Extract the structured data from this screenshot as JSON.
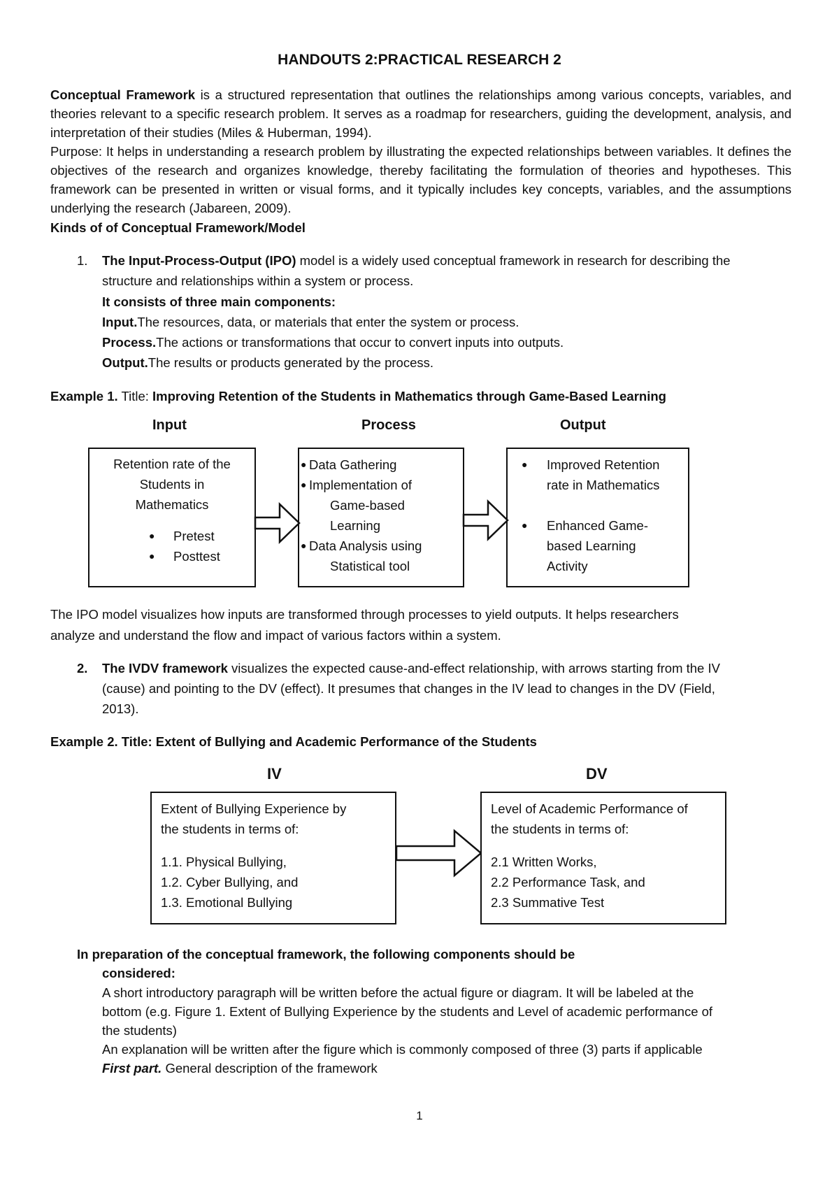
{
  "title": "HANDOUTS 2:PRACTICAL RESEARCH 2",
  "intro": {
    "term": "Conceptual Framework",
    "definition": " is a structured representation that outlines the relationships among various concepts, variables, and theories relevant to a specific research problem. It serves as a roadmap for researchers, guiding the development, analysis, and interpretation of their studies (Miles & Huberman, 1994).",
    "purpose_label": "Purpose:",
    "purpose_text": " It helps in understanding a research problem by illustrating the expected relationships between variables. It defines the objectives of the research and organizes knowledge, thereby facilitating the formulation of theories and hypotheses. This framework can be presented in written or visual forms, and it typically includes key concepts, variables, and the assumptions underlying the research (Jabareen, 2009)."
  },
  "kinds_heading": "Kinds of of Conceptual Framework/Model",
  "ipo": {
    "number": "1.",
    "name": "The Input-Process-Output (IPO)",
    "desc_line1": " model is a widely used conceptual framework in research for describing the",
    "desc_line2": "structure and relationships within a system or process.",
    "components_heading": "It consists of three main components:",
    "components": [
      {
        "label": "Input.",
        "text": "The resources, data, or materials that enter the system or process."
      },
      {
        "label": "Process.",
        "text": "The actions or transformations that occur to convert inputs into outputs."
      },
      {
        "label": "Output.",
        "text": "The results or products generated by the process."
      }
    ]
  },
  "example1": {
    "label": "Example 1.",
    "title_prefix": " Title: ",
    "title": "Improving Retention of the Students in Mathematics through Game-Based Learning",
    "input_header": "Input",
    "process_header": "Process",
    "output_header": "Output",
    "input_lines": [
      "Retention rate of the",
      "Students in",
      "Mathematics"
    ],
    "input_bullets": [
      "Pretest",
      "Posttest"
    ],
    "process_lines": [
      "Data Gathering",
      "Implementation of",
      "Game-based",
      "Learning",
      "Data Analysis using",
      "Statistical tool"
    ],
    "output_lines": [
      "Improved Retention",
      "rate in Mathematics",
      "Enhanced Game-",
      "based Learning",
      "Activity"
    ]
  },
  "ipo_summary": {
    "line1": "The IPO model visualizes how inputs are transformed through processes to yield outputs. It helps researchers",
    "line2": "analyze and understand the flow and impact of various factors within a system."
  },
  "ivdv": {
    "number": "2.",
    "name": "The IVDV framework",
    "line1": " visualizes the expected cause-and-effect relationship, with arrows starting from the IV",
    "line2": "(cause) and pointing to the DV (effect). It presumes that changes in the IV lead to changes in the DV (Field,",
    "line3": "2013)."
  },
  "example2": {
    "heading": "Example 2. Title: Extent of Bullying and Academic Performance of the Students",
    "iv_header": "IV",
    "dv_header": "DV",
    "iv_lines": [
      "Extent of Bullying Experience by",
      "the students in terms of:"
    ],
    "iv_items": [
      "1.1. Physical Bullying,",
      "1.2. Cyber Bullying, and",
      "1.3. Emotional Bullying"
    ],
    "dv_lines": [
      "Level of Academic Performance of",
      "the students in terms of:"
    ],
    "dv_items": [
      "2.1  Written Works,",
      "2.2  Performance Task, and",
      "2.3  Summative Test"
    ]
  },
  "preparation": {
    "heading_line1": "In preparation of the conceptual framework, the following components should be",
    "heading_line2": "considered:",
    "p1_line1": "A short introductory paragraph will be written before the actual figure or diagram. It will be labeled at the",
    "p1_line2": "bottom (e.g. Figure 1. Extent of Bullying Experience by the students and Level of academic performance of",
    "p1_line3": "the students)",
    "p2": "An explanation will be written after the figure which is commonly composed of three (3) parts if applicable",
    "first_part_label": "First part.",
    "first_part_text": " General description of the framework"
  },
  "page_number": "1"
}
